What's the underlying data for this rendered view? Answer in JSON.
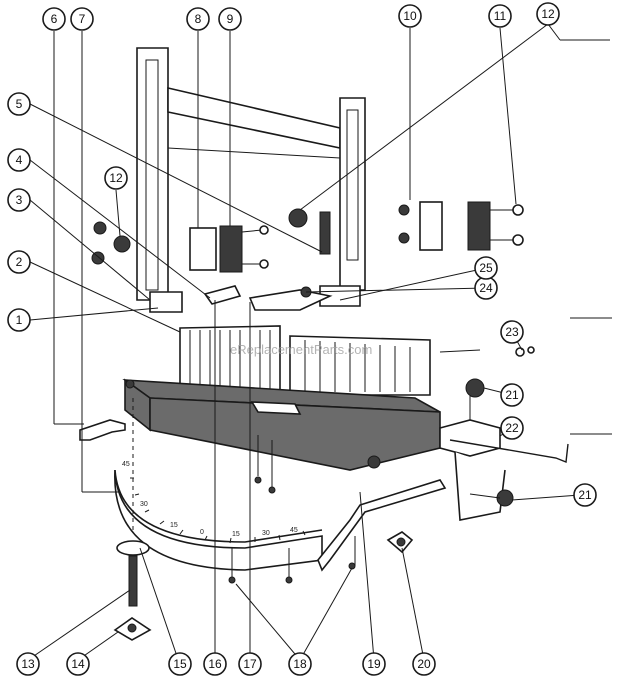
{
  "diagram": {
    "callouts": [
      {
        "id": "c1",
        "label": "1"
      },
      {
        "id": "c2",
        "label": "2"
      },
      {
        "id": "c3",
        "label": "3"
      },
      {
        "id": "c4",
        "label": "4"
      },
      {
        "id": "c5",
        "label": "5"
      },
      {
        "id": "c6",
        "label": "6"
      },
      {
        "id": "c7",
        "label": "7"
      },
      {
        "id": "c8",
        "label": "8"
      },
      {
        "id": "c9",
        "label": "9"
      },
      {
        "id": "c10",
        "label": "10"
      },
      {
        "id": "c11",
        "label": "11"
      },
      {
        "id": "c12a",
        "label": "12"
      },
      {
        "id": "c12b",
        "label": "12"
      },
      {
        "id": "c13",
        "label": "13"
      },
      {
        "id": "c14",
        "label": "14"
      },
      {
        "id": "c15",
        "label": "15"
      },
      {
        "id": "c16",
        "label": "16"
      },
      {
        "id": "c17",
        "label": "17"
      },
      {
        "id": "c18",
        "label": "18"
      },
      {
        "id": "c19",
        "label": "19"
      },
      {
        "id": "c20",
        "label": "20"
      },
      {
        "id": "c21a",
        "label": "21"
      },
      {
        "id": "c21b",
        "label": "21"
      },
      {
        "id": "c22",
        "label": "22"
      },
      {
        "id": "c23",
        "label": "23"
      },
      {
        "id": "c24",
        "label": "24"
      },
      {
        "id": "c25",
        "label": "25"
      }
    ],
    "scale_labels": [
      "45",
      "30",
      "15",
      "0",
      "15",
      "30",
      "45"
    ],
    "watermark": "eReplacementParts.com"
  }
}
